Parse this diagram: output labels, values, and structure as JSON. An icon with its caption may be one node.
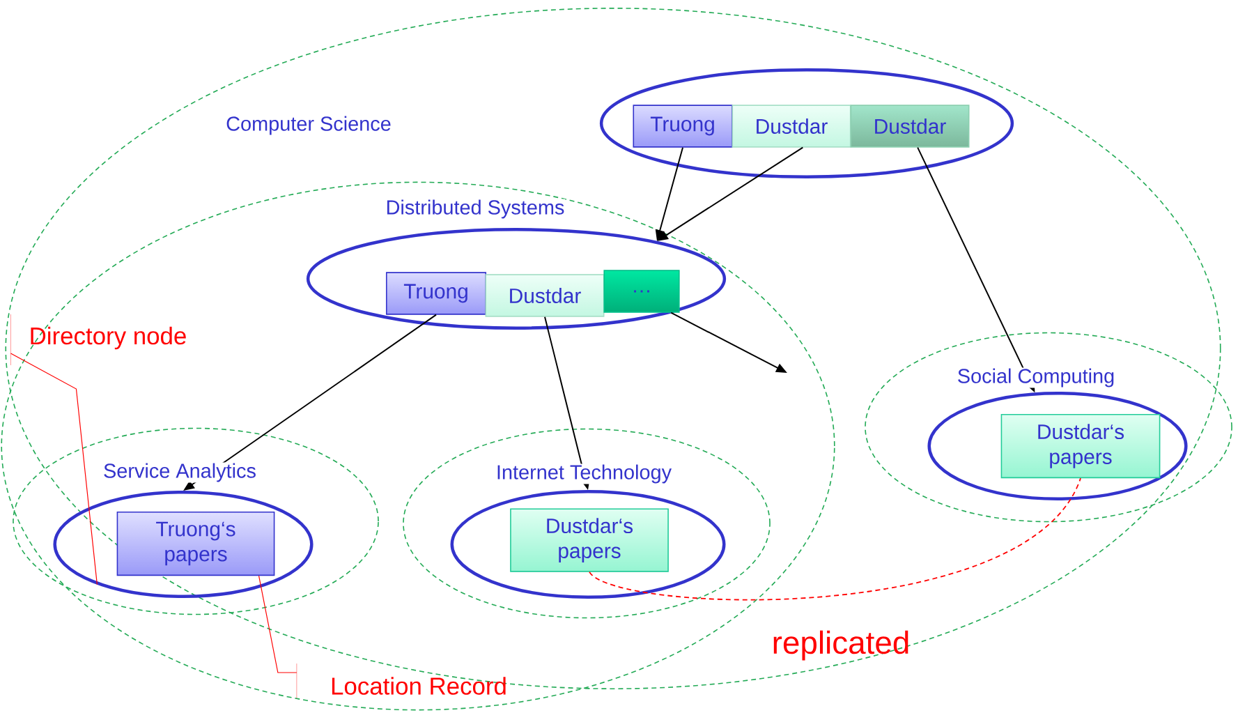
{
  "diagram": {
    "nodes": [
      {
        "text": [
          "Computer Science"
        ]
      },
      {
        "text": [],
        "shape": "ellipse",
        "in": 0
      },
      {
        "text": [
          "Truong"
        ],
        "in": 1
      },
      {
        "text": [
          "Dustdar"
        ],
        "in": 1
      },
      {
        "text": [
          "Dustdar"
        ],
        "in": 1
      },
      {
        "text": [
          "Distributed Systems"
        ],
        "in": 0
      },
      {
        "text": [],
        "shape": "ellipse",
        "in": 5
      },
      {
        "text": [
          "Truong"
        ],
        "in": 6
      },
      {
        "text": [
          "Dustdar"
        ],
        "in": 6
      },
      {
        "text": [
          "…"
        ],
        "in": 6
      },
      {
        "text": [
          "Service Analytics"
        ],
        "in": 5
      },
      {
        "text": [],
        "shape": "ellipse",
        "in": 10
      },
      {
        "text": [
          "Truong‘s papers"
        ],
        "in": 11
      },
      {
        "text": [
          "Internet Technology"
        ],
        "in": 5
      },
      {
        "text": [],
        "shape": "ellipse",
        "in": 13
      },
      {
        "text": [
          "Dustdar‘s papers"
        ],
        "in": 14
      },
      {
        "text": [
          "Social Computing"
        ],
        "in": 0
      },
      {
        "text": [],
        "shape": "ellipse",
        "in": 16
      },
      {
        "text": [
          "Dustdar‘s papers"
        ],
        "in": 17
      },
      {
        "text": [
          "Directory node"
        ],
        "in": 5
      },
      {
        "text": [
          "Location Record"
        ],
        "in": 5
      }
    ],
    "edges": [
      {
        "from": 2,
        "to": 6,
        "arrow": "to"
      },
      {
        "from": 3,
        "to": 6,
        "arrow": "to"
      },
      {
        "from": 4,
        "to": 17,
        "arrow": "to"
      },
      {
        "from": 7,
        "to": 11,
        "arrow": "to"
      },
      {
        "from": 8,
        "to": 14,
        "arrow": "to"
      },
      {
        "from": 9,
        "to": null,
        "arrow": "to"
      },
      {
        "from": 15,
        "to": 18,
        "arrow": "none",
        "style": "dashed",
        "color": "#ff0000"
      },
      {
        "from": 19,
        "to": 11,
        "arrow": "none",
        "color": "#ff0000"
      },
      {
        "from": 20,
        "to": 12,
        "arrow": "none",
        "color": "#ff0000"
      }
    ],
    "labels": [
      "replicated"
    ]
  }
}
